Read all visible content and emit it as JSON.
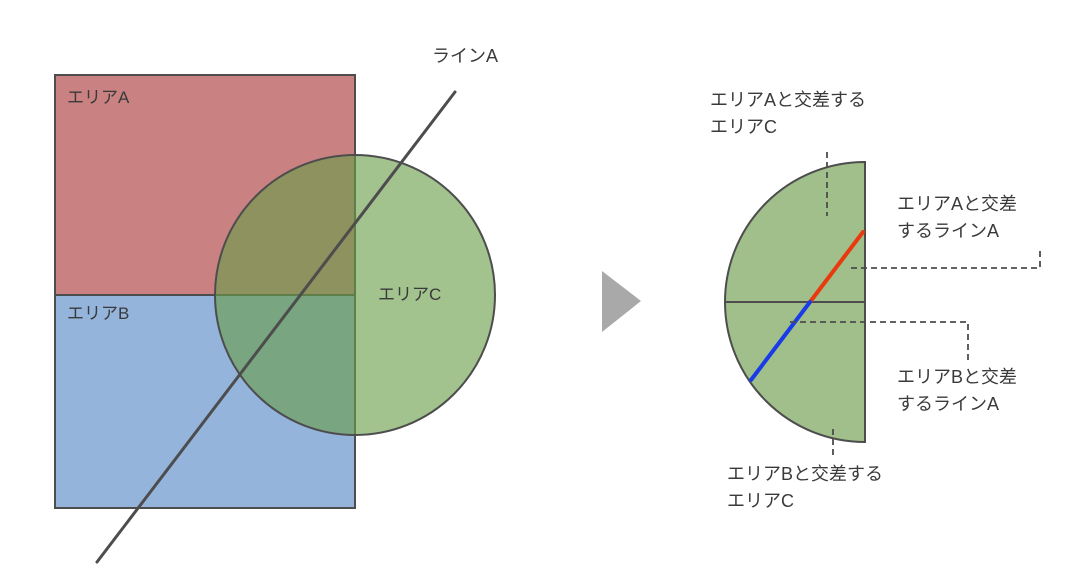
{
  "left_diagram": {
    "area_a_label": "エリアA",
    "area_b_label": "エリアB",
    "area_c_label": "エリアC",
    "line_a_label": "ラインA",
    "colors": {
      "area_a": "#c98181",
      "area_b": "#94b4dc",
      "area_c": "#699d48",
      "outline": "#4d4d4d",
      "line_a": "#4d4d4d"
    }
  },
  "arrow": {
    "color": "#a9a9a9"
  },
  "right_diagram": {
    "labels": {
      "top": [
        "エリアAと交差する",
        "エリアC"
      ],
      "right_top": [
        "エリアAと交差",
        "するラインA"
      ],
      "right_bottom": [
        "エリアBと交差",
        "するラインA"
      ],
      "bottom": [
        "エリアBと交差する",
        "エリアC"
      ]
    },
    "colors": {
      "area_c_half": "#a0bf8a",
      "line_a_in_area_a": "#e8390f",
      "line_a_in_area_b": "#1a3ce8",
      "outline": "#4d4d4d"
    }
  }
}
